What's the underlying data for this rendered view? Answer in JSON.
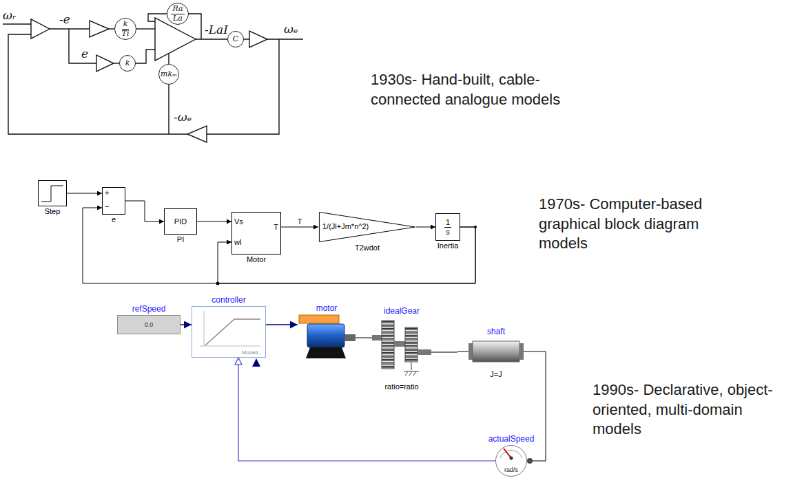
{
  "diagram": {
    "nodes": [
      {
        "text": [
          "k",
          "Ti"
        ]
      },
      {
        "text": [
          "k"
        ]
      },
      {
        "text": [
          "Ra",
          "La"
        ]
      },
      {
        "text": [
          "mkₘ"
        ]
      },
      {
        "text": [
          "C"
        ]
      },
      {
        "text": [
          "Step"
        ]
      },
      {
        "text": [
          "+",
          "−",
          "e"
        ]
      },
      {
        "text": [
          "PID",
          "PI"
        ]
      },
      {
        "text": [
          "Vs",
          "wl",
          "T",
          "Motor"
        ]
      },
      {
        "text": [
          "1/(Jl+Jm*n^2)",
          "T2wdot"
        ]
      },
      {
        "text": [
          "1",
          "s",
          "Inertia"
        ]
      },
      {
        "text": [
          "refSpeed",
          "0.0"
        ]
      },
      {
        "text": [
          "controller",
          "Modeli..."
        ]
      },
      {
        "text": [
          "motor"
        ]
      },
      {
        "text": [
          "idealGear",
          "ratio=ratio"
        ]
      },
      {
        "text": [
          "shaft",
          "J=J"
        ]
      },
      {
        "text": [
          "actualSpeed",
          "rad/s"
        ]
      }
    ],
    "edges": [
      {
        "from": 5,
        "to": 6,
        "arrow": "to"
      },
      {
        "from": 6,
        "to": 7,
        "arrow": "to"
      },
      {
        "from": 7,
        "to": 8,
        "arrow": "to"
      },
      {
        "from": 8,
        "to": 9,
        "arrow": "to",
        "label": "T"
      },
      {
        "from": 9,
        "to": 10,
        "arrow": "to"
      },
      {
        "from": 10,
        "to": 6,
        "arrow": "to"
      },
      {
        "from": 10,
        "to": 8,
        "arrow": "to"
      },
      {
        "from": 11,
        "to": 12,
        "arrow": "to"
      },
      {
        "from": 12,
        "to": 13,
        "arrow": "to"
      },
      {
        "from": 13,
        "to": 14,
        "arrow": "none"
      },
      {
        "from": 14,
        "to": 15,
        "arrow": "none"
      },
      {
        "from": 15,
        "to": 16,
        "arrow": "none"
      },
      {
        "from": 16,
        "to": 12,
        "arrow": "to"
      }
    ],
    "labels": [
      "ωᵣ",
      "-e",
      "e",
      "-LaI",
      "ωₑ",
      "-ωₑ",
      "1930s- Hand-built, cable-connected analogue models",
      "1970s- Computer-based graphical block diagram models",
      "1990s- Declarative, object-oriented, multi-domain models"
    ]
  }
}
